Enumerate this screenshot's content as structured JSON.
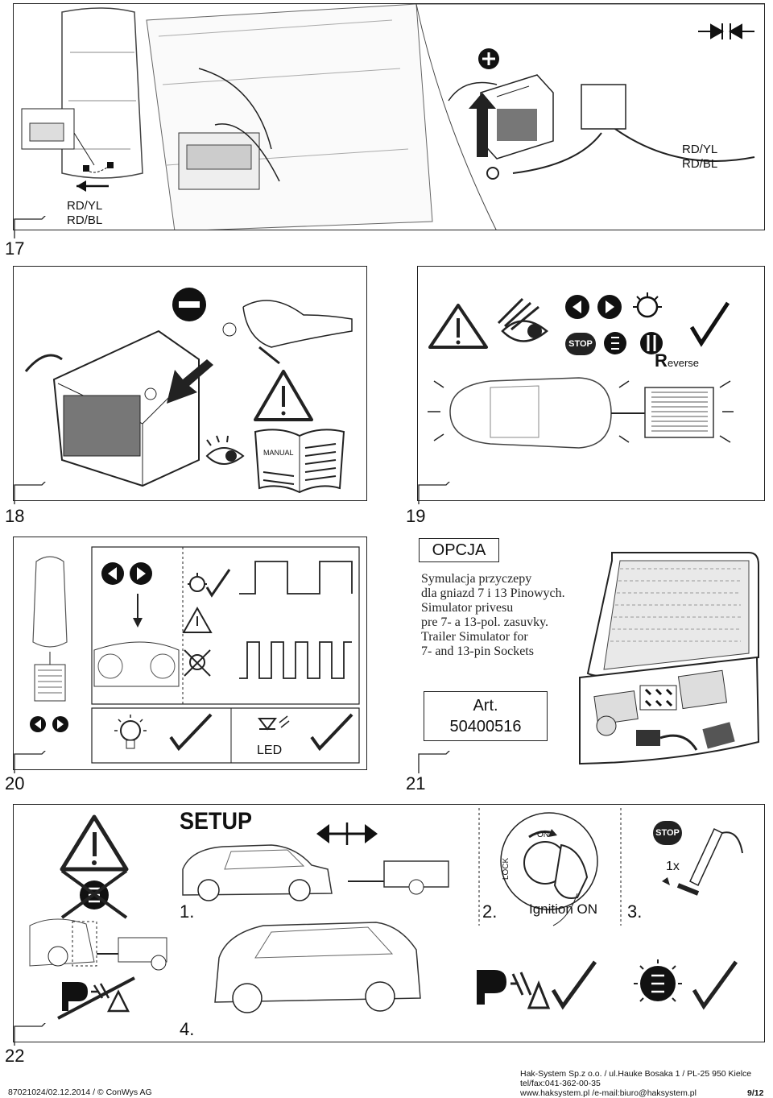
{
  "steps": [
    {
      "number": "17",
      "labels": [
        "RD/YL",
        "RD/BL"
      ],
      "labels_right": [
        "RD/YL",
        "RD/BL"
      ]
    },
    {
      "number": "18",
      "manual_label": "MANUAL"
    },
    {
      "number": "19",
      "stop_label": "STOP",
      "reverse_label": "everse",
      "reverse_letter": "R"
    },
    {
      "number": "20",
      "led_label": "LED"
    },
    {
      "number": "21",
      "option_label": "OPCJA",
      "lines": [
        "Symulacja przyczepy",
        "dla gniazd 7 i 13 Pinowych.",
        "Simulator privesu",
        "pre 7- a 13-pol. zasuvky.",
        "Trailer Simulator for",
        "7- and 13-pin Sockets"
      ],
      "art_label": "Art.",
      "art_number": "50400516"
    },
    {
      "number": "22",
      "setup_label": "SETUP",
      "step1": "1.",
      "step2": "2.",
      "ignition_label": "Ignition ON",
      "step3": "3.",
      "step4": "4.",
      "stop_label": "STOP",
      "press_count": "1x",
      "lock_label": "LOCK",
      "on_label": "ON"
    }
  ],
  "footer": {
    "doc_code": "87021024/02.12.2014 / © ConWys AG",
    "company": "Hak-System Sp.z o.o. / ul.Hauke Bosaka 1 / PL-25 950 Kielce",
    "phone": "tel/fax:041-362-00-35",
    "web": "www.haksystem.pl /e-mail:biuro@haksystem.pl",
    "page": "9/12"
  }
}
